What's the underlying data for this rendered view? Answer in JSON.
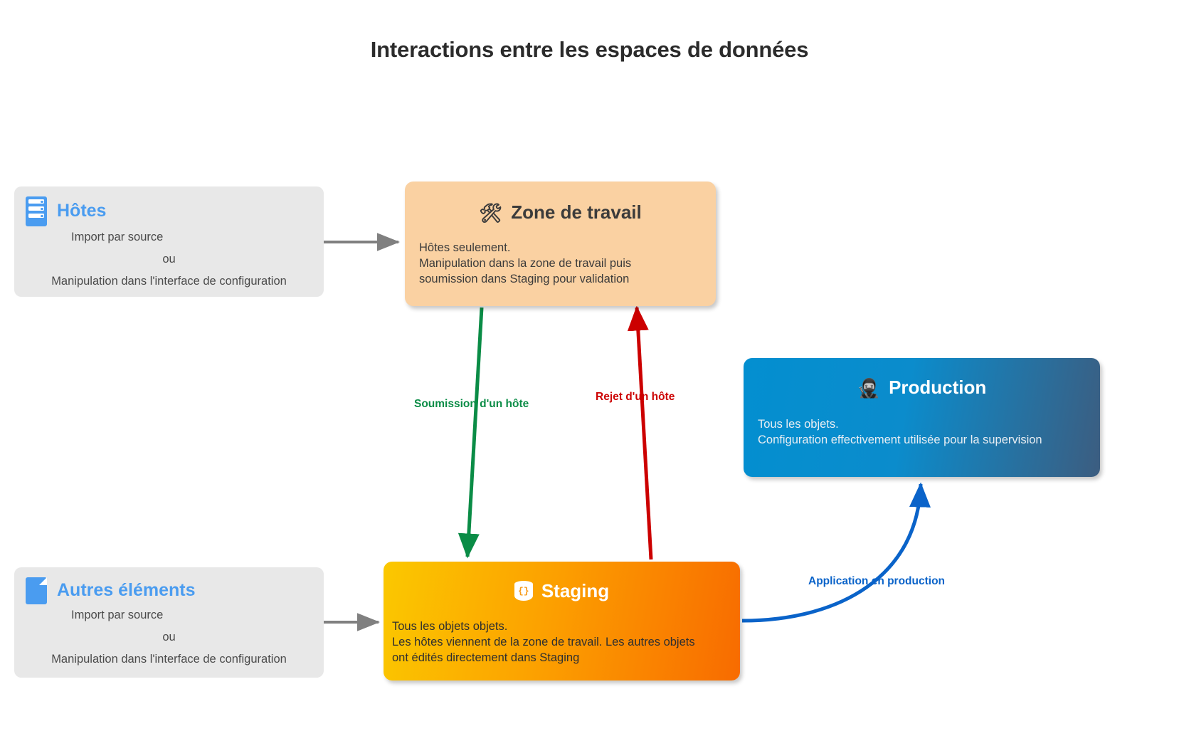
{
  "title": "Interactions entre les espaces de données",
  "sources": [
    {
      "id": "hotes",
      "icon": "server-rack-icon",
      "title": "Hôtes",
      "lines": [
        "Import par source",
        "ou",
        "Manipulation dans l'interface de configuration"
      ]
    },
    {
      "id": "autres",
      "icon": "document-icon",
      "title": "Autres éléments",
      "lines": [
        "Import par source",
        "ou",
        "Manipulation dans l'interface de configuration"
      ]
    }
  ],
  "zones": {
    "workspace": {
      "emoji": "🛠",
      "icon_name": "hammer-and-wrench-icon",
      "title": "Zone de travail",
      "body": "Hôtes seulement.\nManipulation dans la zone de travail puis\nsoumission dans Staging pour validation",
      "color": "#fad1a2"
    },
    "staging": {
      "emoji": "",
      "icon_name": "database-icon",
      "icon_glyph": "{}",
      "title": "Staging",
      "body": "Tous les objets objets.\nLes hôtes viennent de la zone de travail. Les autres objets\nont édités directement dans Staging",
      "color_start": "#fbc800",
      "color_end": "#f86b00"
    },
    "production": {
      "emoji": "🥷",
      "icon_name": "ninja-icon",
      "title": "Production",
      "body": "Tous les objets.\nConfiguration effectivement utilisée pour la supervision",
      "color_start": "#038fd0",
      "color_end": "#3c5d80"
    }
  },
  "edges": {
    "submit": {
      "label": "Soumission d'un hôte",
      "color": "#0a8c46"
    },
    "reject": {
      "label": "Rejet d'un hôte",
      "color": "#cc0000"
    },
    "apply": {
      "label": "Application en production",
      "color": "#0a63c9"
    },
    "import_arrow_color": "#808080"
  }
}
